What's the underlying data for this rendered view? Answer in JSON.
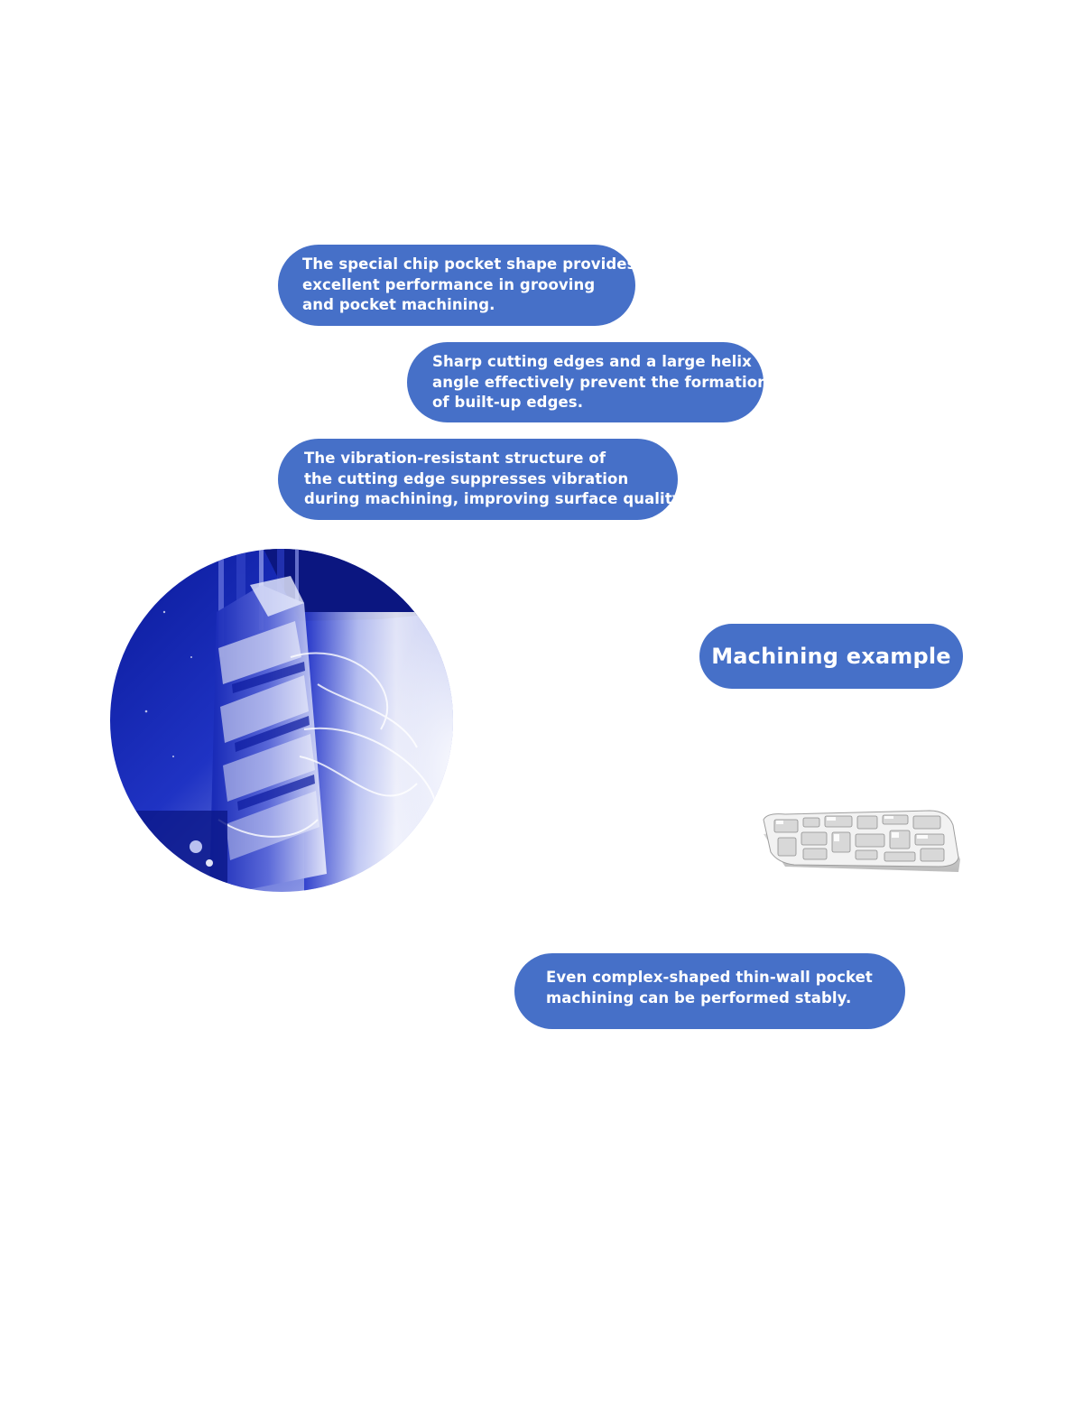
{
  "features": [
    {
      "lines": [
        "The special chip pocket shape provides",
        "excellent performance in grooving",
        "and pocket machining."
      ]
    },
    {
      "lines": [
        "Sharp cutting edges and a large helix",
        "angle effectively prevent the formation",
        "of built-up edges."
      ]
    },
    {
      "lines": [
        "The vibration-resistant structure of",
        "the cutting edge suppresses vibration",
        "during machining, improving surface quality."
      ]
    }
  ],
  "machining_example": {
    "title": "Machining example",
    "caption_lines": [
      "Even complex-shaped thin-wall pocket",
      "machining can be performed stably."
    ]
  },
  "colors": {
    "pill_background": "#4670c8",
    "pill_text": "#ffffff",
    "photo_tint": "#1a2ab8"
  }
}
